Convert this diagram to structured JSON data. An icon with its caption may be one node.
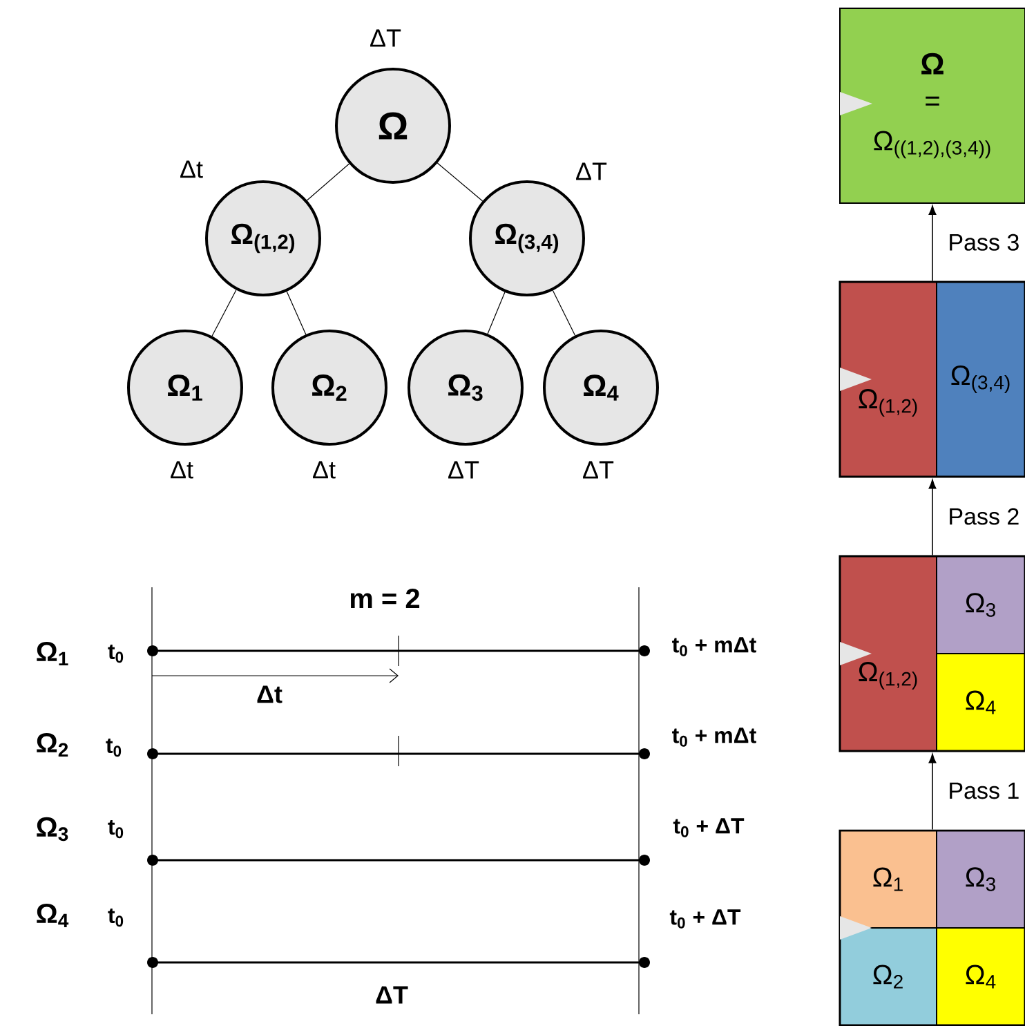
{
  "diagram": {
    "nodes": [
      {
        "text": [
          "Ω"
        ],
        "beside": [
          "ΔT"
        ]
      },
      {
        "text": [
          "Ω$_{(1,2)}$"
        ],
        "beside": [
          "Δt"
        ]
      },
      {
        "text": [
          "Ω$_{(3,4)}$"
        ],
        "beside": [
          "ΔT"
        ]
      },
      {
        "text": [
          "Ω$_{1}$"
        ],
        "beside": [
          "Δt"
        ]
      },
      {
        "text": [
          "Ω$_{2}$"
        ],
        "beside": [
          "Δt"
        ]
      },
      {
        "text": [
          "Ω$_{3}$"
        ],
        "beside": [
          "ΔT"
        ]
      },
      {
        "text": [
          "Ω$_{4}$"
        ],
        "beside": [
          "ΔT"
        ]
      },
      {
        "text": [
          "Ω",
          "=",
          "Ω$_{((1,2),(3,4))}$"
        ]
      },
      {
        "text": [],
        "shape": "box"
      },
      {
        "text": [
          "Ω$_{(1,2)}$"
        ],
        "in": 8
      },
      {
        "text": [
          "Ω$_{(3,4)}$"
        ],
        "in": 8
      },
      {
        "text": [],
        "shape": "box"
      },
      {
        "text": [
          "Ω$_{(1,2)}$"
        ],
        "in": 11
      },
      {
        "text": [
          "Ω$_{3}$"
        ],
        "in": 11
      },
      {
        "text": [
          "Ω$_{4}$"
        ],
        "in": 11
      },
      {
        "text": [],
        "shape": "box"
      },
      {
        "text": [
          "Ω$_{1}$"
        ],
        "in": 15
      },
      {
        "text": [
          "Ω$_{3}$"
        ],
        "in": 15
      },
      {
        "text": [
          "Ω$_{2}$"
        ],
        "in": 15
      },
      {
        "text": [
          "Ω$_{4}$"
        ],
        "in": 15
      }
    ],
    "edges": [
      {
        "from": 0,
        "to": 1,
        "arrow": "none"
      },
      {
        "from": 0,
        "to": 2,
        "arrow": "none"
      },
      {
        "from": 1,
        "to": 3,
        "arrow": "none"
      },
      {
        "from": 1,
        "to": 4,
        "arrow": "none"
      },
      {
        "from": 2,
        "to": 5,
        "arrow": "none"
      },
      {
        "from": 2,
        "to": 6,
        "arrow": "none"
      },
      {
        "from": 15,
        "to": 11,
        "arrow": "to",
        "label": "Pass 1"
      },
      {
        "from": 11,
        "to": 8,
        "arrow": "to",
        "label": "Pass 2"
      },
      {
        "from": 8,
        "to": 7,
        "arrow": "to",
        "label": "Pass 3"
      }
    ],
    "labels": [
      "m = 2",
      "Ω$_{1}$",
      "t$_{0}$",
      "t$_{0}$ + mΔt",
      "Δt",
      "Ω$_{2}$",
      "t$_{0}$",
      "t$_{0}$ + mΔt",
      "Ω$_{3}$",
      "t$_{0}$",
      "t$_{0}$ + ΔT",
      "Ω$_{4}$",
      "t$_{0}$",
      "t$_{0}$ + ΔT",
      "ΔT"
    ]
  }
}
